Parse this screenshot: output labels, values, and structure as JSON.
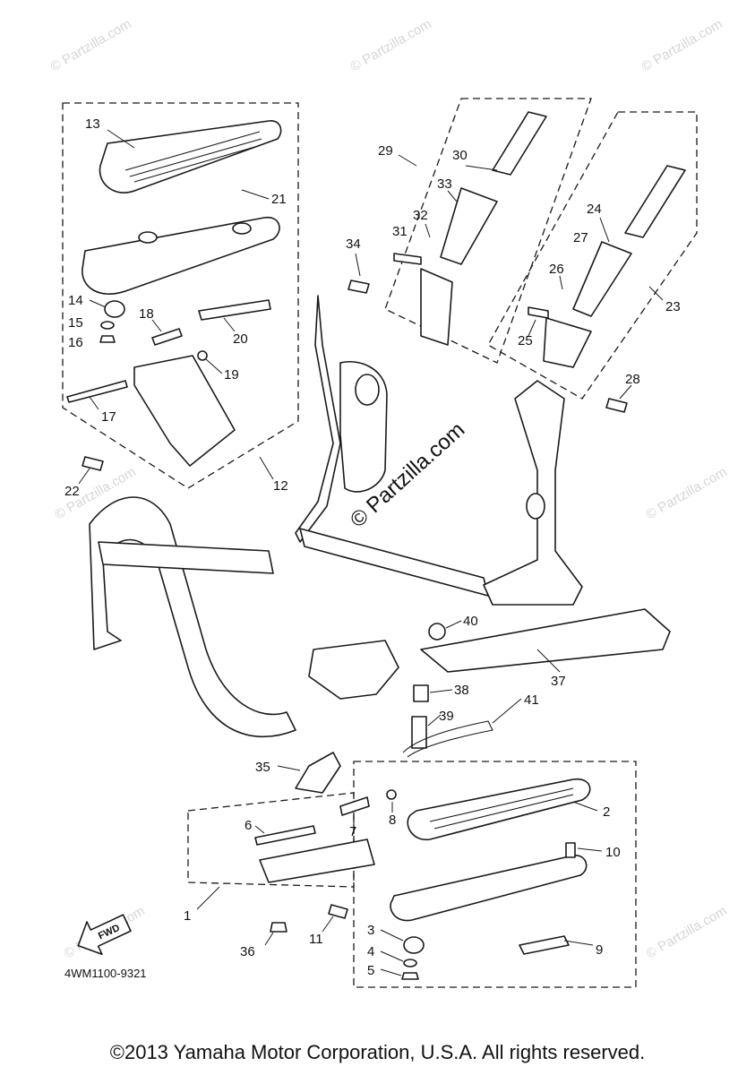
{
  "diagram": {
    "code": "4WM1100-9321",
    "fwd_label": "FWD",
    "center_watermark": "© Partzilla.com",
    "corner_watermark": "© Partzilla.com",
    "callouts": {
      "c1": "1",
      "c2": "2",
      "c3": "3",
      "c4": "4",
      "c5": "5",
      "c6": "6",
      "c7": "7",
      "c8": "8",
      "c9": "9",
      "c10": "10",
      "c11": "11",
      "c12": "12",
      "c13": "13",
      "c14": "14",
      "c15": "15",
      "c16": "16",
      "c17": "17",
      "c18": "18",
      "c19": "19",
      "c20": "20",
      "c21": "21",
      "c22": "22",
      "c23": "23",
      "c24": "24",
      "c25": "25",
      "c26": "26",
      "c27": "27",
      "c28": "28",
      "c29": "29",
      "c30": "30",
      "c31": "31",
      "c32": "32",
      "c33": "33",
      "c34": "34",
      "c35": "35",
      "c36": "36",
      "c37": "37",
      "c38": "38",
      "c39": "39",
      "c40": "40",
      "c41": "41"
    }
  },
  "footer": {
    "copyright": "©2013 Yamaha Motor Corporation, U.S.A. All rights reserved."
  }
}
